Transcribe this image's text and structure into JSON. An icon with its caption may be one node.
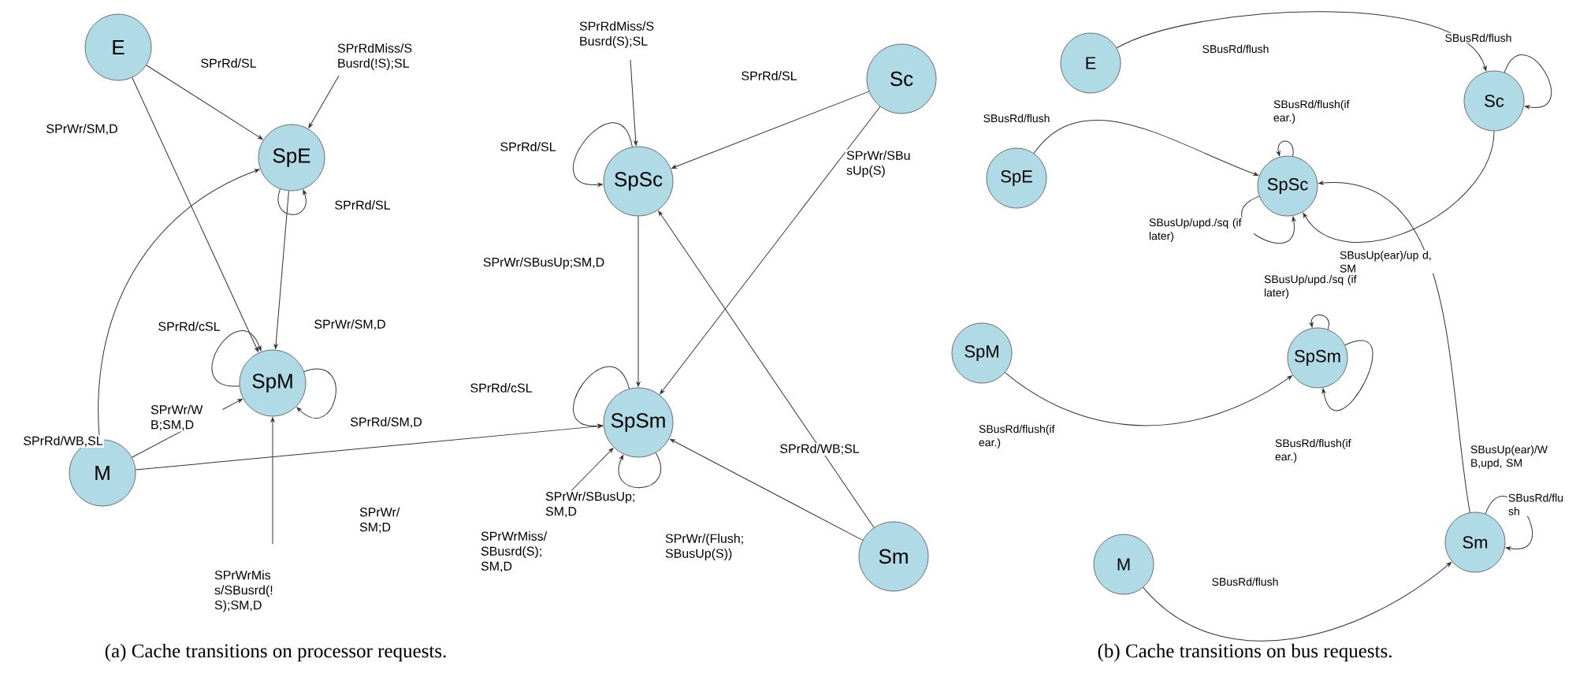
{
  "diagram": {
    "nodes": [
      {
        "text": [
          "E"
        ]
      },
      {
        "text": [
          "SpE"
        ]
      },
      {
        "text": [
          "SpM"
        ]
      },
      {
        "text": [
          "M"
        ]
      },
      {
        "text": [
          "SpSc"
        ]
      },
      {
        "text": [
          "Sc"
        ]
      },
      {
        "text": [
          "SpSm"
        ]
      },
      {
        "text": [
          "Sm"
        ]
      },
      {
        "text": [
          "E"
        ]
      },
      {
        "text": [
          "Sc"
        ]
      },
      {
        "text": [
          "SpE"
        ]
      },
      {
        "text": [
          "SpSc"
        ]
      },
      {
        "text": [
          "SpM"
        ]
      },
      {
        "text": [
          "SpSm"
        ]
      },
      {
        "text": [
          "M"
        ]
      },
      {
        "text": [
          "Sm"
        ]
      }
    ],
    "edges": [
      {
        "from": 0,
        "to": 1,
        "arrow": "to",
        "label": "SPrRd/SL"
      },
      {
        "from": null,
        "to": 1,
        "arrow": "to",
        "label": "SPrRdMiss/S Busrd(!S);SL"
      },
      {
        "from": 0,
        "to": 2,
        "arrow": "to",
        "label": "SPrWr/SM,D"
      },
      {
        "from": 1,
        "to": 1,
        "arrow": "to",
        "label": "SPrRd/SL"
      },
      {
        "from": 1,
        "to": 2,
        "arrow": "to",
        "label": "SPrWr/SM,D"
      },
      {
        "from": 2,
        "to": 2,
        "arrow": "to",
        "label": "SPrRd/cSL"
      },
      {
        "from": 2,
        "to": 2,
        "arrow": "to",
        "label": "SPrRd/SM,D"
      },
      {
        "from": 3,
        "to": 1,
        "arrow": "to",
        "label": "SPrRd/WB,SL"
      },
      {
        "from": 3,
        "to": 2,
        "arrow": "to",
        "label": "SPrWr/W B;SM,D"
      },
      {
        "from": null,
        "to": 2,
        "arrow": "to",
        "label": "SPrWrMis s/SBusrd(! S);SM,D"
      },
      {
        "from": 3,
        "to": 6,
        "arrow": "to",
        "label": "SPrWr/ SM;D"
      },
      {
        "from": null,
        "to": 4,
        "arrow": "to",
        "label": "SPrRdMiss/S Busrd(S);SL"
      },
      {
        "from": 4,
        "to": 4,
        "arrow": "to",
        "label": "SPrRd/SL"
      },
      {
        "from": 5,
        "to": 4,
        "arrow": "to",
        "label": "SPrRd/SL"
      },
      {
        "from": 5,
        "to": 6,
        "arrow": "to",
        "label": "SPrWr/SBu sUp(S)"
      },
      {
        "from": 4,
        "to": 6,
        "arrow": "to",
        "label": "SPrWr/SBusUp;SM,D"
      },
      {
        "from": 6,
        "to": 6,
        "arrow": "to",
        "label": "SPrRd/cSL"
      },
      {
        "from": 6,
        "to": 6,
        "arrow": "to",
        "label": "SPrWr/SBusUp; SM,D"
      },
      {
        "from": null,
        "to": 6,
        "arrow": "to",
        "label": "SPrWrMiss/ SBusrd(S); SM,D"
      },
      {
        "from": 7,
        "to": 6,
        "arrow": "to",
        "label": "SPrWr/(Flush; SBusUp(S))"
      },
      {
        "from": 7,
        "to": 4,
        "arrow": "to",
        "label": "SPrRd/WB;SL"
      },
      {
        "from": 8,
        "to": 9,
        "arrow": "to",
        "label": "SBusRd/flush"
      },
      {
        "from": 9,
        "to": 9,
        "arrow": "to",
        "label": "SBusRd/flush"
      },
      {
        "from": 10,
        "to": 11,
        "arrow": "to",
        "label": "SBusRd/flush"
      },
      {
        "from": 11,
        "to": 11,
        "arrow": "to",
        "label": "SBusRd/flush(if ear.)"
      },
      {
        "from": 11,
        "to": 11,
        "arrow": "to",
        "label": "SBusUp/upd./sq (if later)"
      },
      {
        "from": 9,
        "to": 11,
        "arrow": "to",
        "label": "SBusUp(ear)/up d, SM"
      },
      {
        "from": 15,
        "to": 11,
        "arrow": "to",
        "label": "SBusUp(ear)/W B,upd, SM"
      },
      {
        "from": 13,
        "to": 13,
        "arrow": "to",
        "label": "SBusUp/upd./sq (if later)"
      },
      {
        "from": 13,
        "to": 13,
        "arrow": "to",
        "label": "SBusRd/flush(if ear.)"
      },
      {
        "from": 12,
        "to": 13,
        "arrow": "to",
        "label": "SBusRd/flush(if ear.)"
      },
      {
        "from": 14,
        "to": 15,
        "arrow": "to",
        "label": "SBusRd/flush"
      },
      {
        "from": 15,
        "to": 15,
        "arrow": "to",
        "label": "SBusRd/flu sh"
      }
    ],
    "labels": [
      "(a) Cache transitions on processor requests.",
      "(b) Cache transitions on bus requests."
    ]
  }
}
